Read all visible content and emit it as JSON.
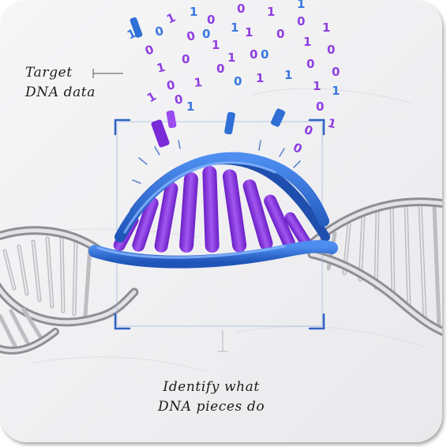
{
  "labels": {
    "target": [
      "Target",
      "DNA data"
    ],
    "identify": [
      "Identify what",
      "DNA pieces do"
    ]
  },
  "colors": {
    "background": "#efeff1",
    "focus_strand": "#2f6fd6",
    "focus_base_pairs": "#8a2be2",
    "binary_purple": "#8f3fe0",
    "binary_blue": "#3a78e0",
    "outer_helix": "#9a9a9a",
    "frame": "#2f63c4"
  },
  "icons": [
    "binary-digits-icon",
    "dna-helix-icon",
    "focus-frame-icon"
  ]
}
